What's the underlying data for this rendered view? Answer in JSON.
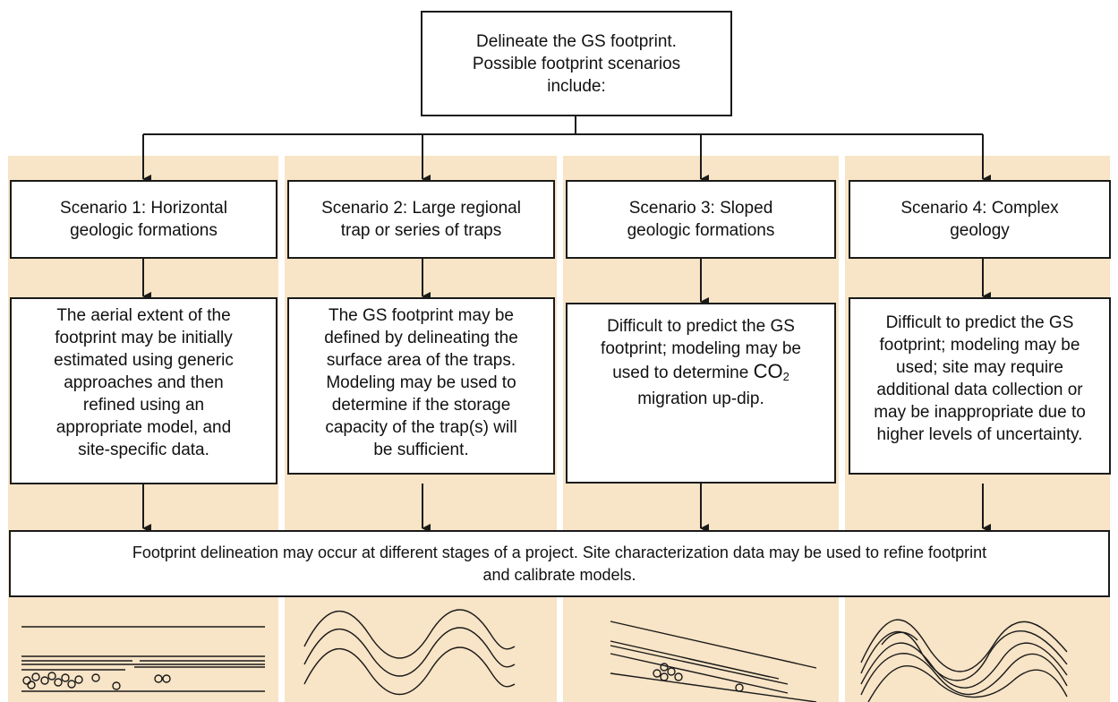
{
  "top_box": {
    "lines": [
      "Delineate the GS footprint.",
      "Possible footprint scenarios",
      "include:"
    ]
  },
  "scenarios": [
    {
      "title_lines": [
        "Scenario 1: Horizontal",
        "geologic formations"
      ],
      "body_lines": [
        "The aerial extent of the",
        "footprint may be initially",
        "estimated using generic",
        "approaches and then",
        "refined using an",
        "appropriate model, and",
        "site-specific data."
      ],
      "illustration": "horizontal-layers-icon"
    },
    {
      "title_lines": [
        "Scenario 2: Large regional",
        "trap or series of traps"
      ],
      "body_lines": [
        "The GS footprint may be",
        "defined by delineating the",
        "surface area of the traps.",
        "Modeling may be used to",
        "determine if the storage",
        "capacity of the trap(s) will",
        "be sufficient."
      ],
      "illustration": "folded-traps-icon"
    },
    {
      "title_lines": [
        "Scenario 3: Sloped",
        "geologic formations"
      ],
      "body_lines": [
        "Difficult to predict the GS",
        "footprint; modeling may be"
      ],
      "body_co2_prefix": "used to determine ",
      "body_co2_main": "CO",
      "body_co2_sub": "2",
      "body_last_line": "migration up-dip.",
      "illustration": "sloped-layers-icon"
    },
    {
      "title_lines": [
        "Scenario 4: Complex",
        "geology"
      ],
      "body_lines": [
        "Difficult to predict the GS",
        "footprint; modeling may be",
        "used; site may require",
        "additional data collection or",
        "may be inappropriate due to",
        "higher levels of uncertainty."
      ],
      "illustration": "complex-geology-icon"
    }
  ],
  "bottom_box": {
    "lines": [
      "Footprint delineation may occur at different stages of a project. Site characterization data may be used to refine footprint",
      "and calibrate models."
    ]
  },
  "colors": {
    "column_fill": "#f8e4c6",
    "stroke": "#1a1a1a",
    "box_fill": "#ffffff"
  }
}
